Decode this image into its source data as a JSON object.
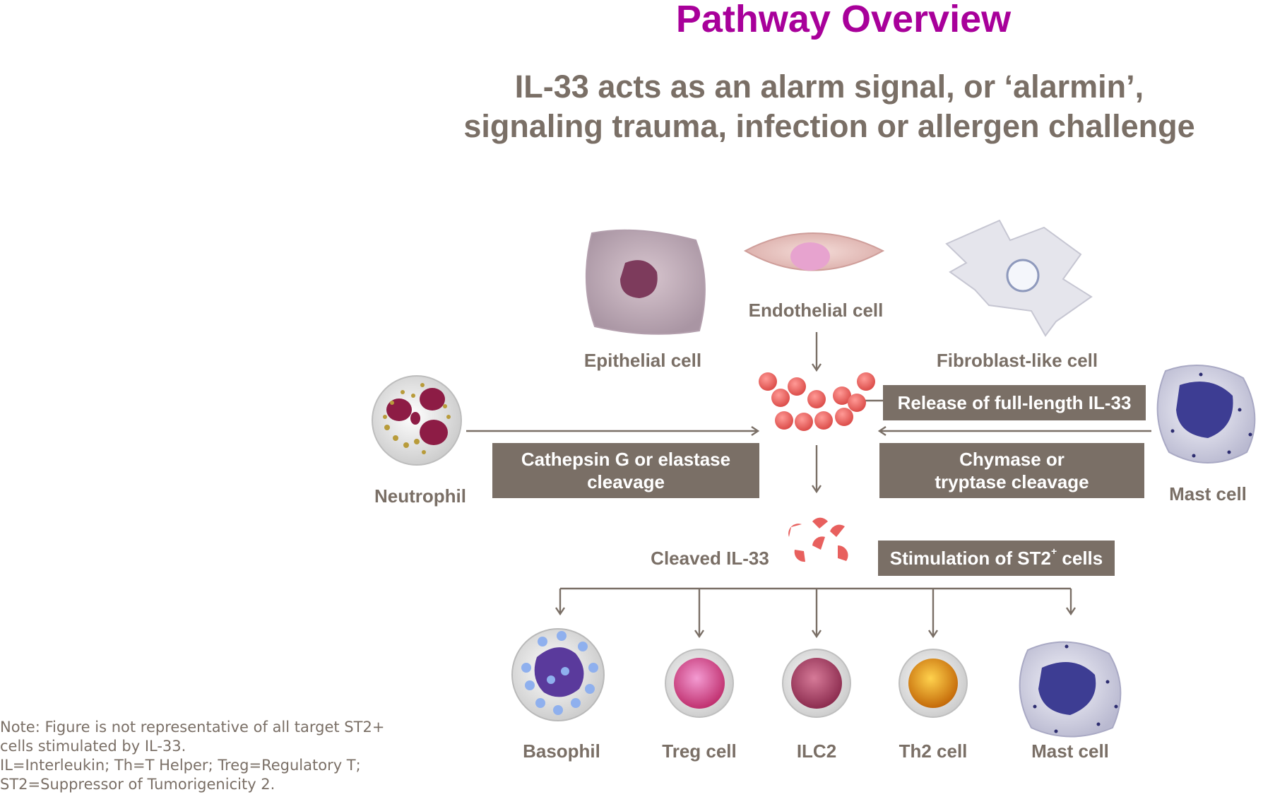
{
  "header": {
    "title": "Pathway Overview",
    "subtitle_line1": "IL-33 acts as an alarm signal, or ‘alarmin’,",
    "subtitle_line2": "signaling trauma, infection or allergen challenge"
  },
  "source_cells": {
    "epithelial": "Epithelial cell",
    "endothelial": "Endothelial cell",
    "fibroblast": "Fibroblast-like cell",
    "neutrophil": "Neutrophil",
    "mast_cell": "Mast cell"
  },
  "steps": {
    "release": "Release of full-length IL-33",
    "cathepsin_line1": "Cathepsin G or elastase",
    "cathepsin_line2": "cleavage",
    "chymase_line1": "Chymase or",
    "chymase_line2": "tryptase cleavage",
    "cleaved": "Cleaved IL-33",
    "stimulation": "Stimulation of ST2",
    "stimulation_sup": "+",
    "stimulation_suffix": " cells"
  },
  "target_cells": [
    "Basophil",
    "Treg cell",
    "ILC2",
    "Th2 cell",
    "Mast cell"
  ],
  "footnote": {
    "line1": "Note: Figure is not representative of all target ST2+",
    "line2": "cells stimulated by IL-33.",
    "line3": "IL=Interleukin; Th=T Helper; Treg=Regulatory T;",
    "line4": "ST2=Suppressor of Tumorigenicity 2."
  },
  "colors": {
    "title": "#a8009a",
    "text": "#7a6f66",
    "box": "#7a6f66",
    "il33_particle": "#e8605e"
  }
}
